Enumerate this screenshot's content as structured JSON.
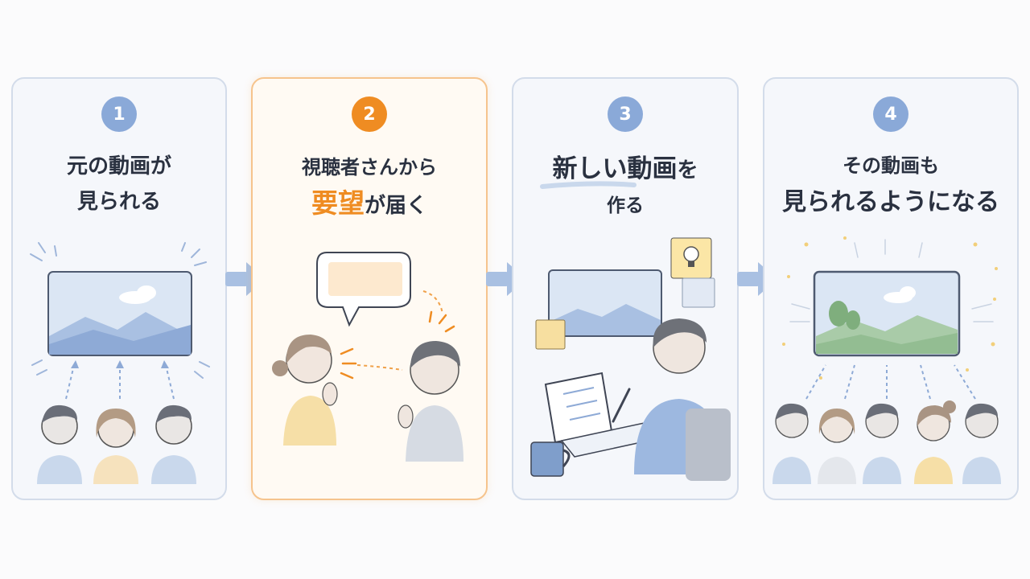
{
  "colors": {
    "accent": "#ef8c22",
    "step_badge": "#8aa9d8",
    "text": "#2a3140"
  },
  "steps": [
    {
      "number": "1",
      "line1": "元の動画が",
      "line2": "見られる"
    },
    {
      "number": "2",
      "line1": "視聴者さんから",
      "line2_emph": "要望",
      "line2_rest": "が届く",
      "highlighted": true
    },
    {
      "number": "3",
      "line1_emph": "新しい動画",
      "line1_rest": "を",
      "line2": "作る"
    },
    {
      "number": "4",
      "line1": "その動画も",
      "line2": "見られるようになる"
    }
  ],
  "icons": [
    "arrow-right-icon",
    "speech-bubble-icon",
    "lightbulb-icon",
    "notebook-icon",
    "mug-icon",
    "pen-icon",
    "sparkle-icon"
  ]
}
